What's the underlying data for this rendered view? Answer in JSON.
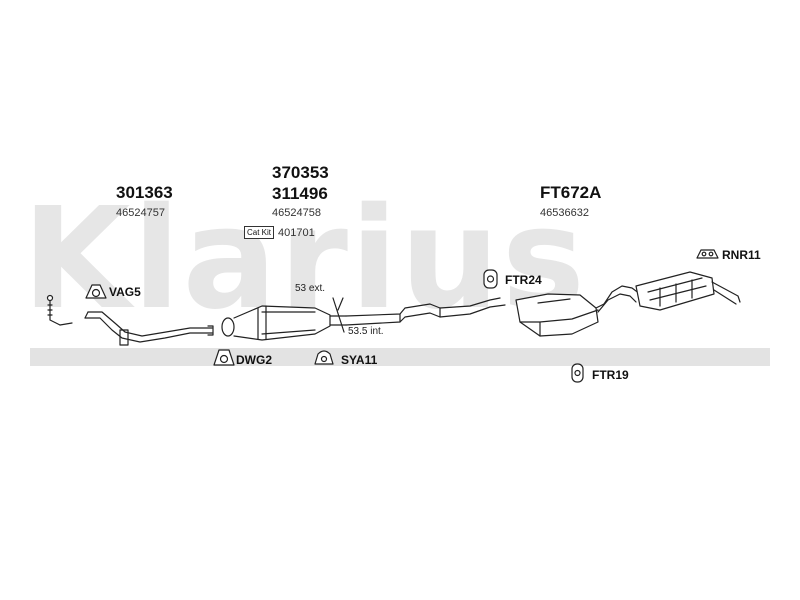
{
  "watermark": {
    "text": "Klarius"
  },
  "parts": {
    "front_pipe": {
      "number": "301363",
      "oem": "46524757"
    },
    "catalyst": {
      "number_a": "370353",
      "number_b": "311496",
      "oem": "46524758",
      "cat_kit_label": "Cat Kit",
      "cat_kit_number": "401701"
    },
    "rear_section": {
      "number": "FT672A",
      "oem": "46536632"
    }
  },
  "fittings": {
    "vag5": "VAG5",
    "dwg2": "DWG2",
    "sya11": "SYA11",
    "ftr24": "FTR24",
    "ftr19": "FTR19",
    "rnr11": "RNR11"
  },
  "dimensions": {
    "ext": "53 ext.",
    "int": "53.5 int."
  }
}
